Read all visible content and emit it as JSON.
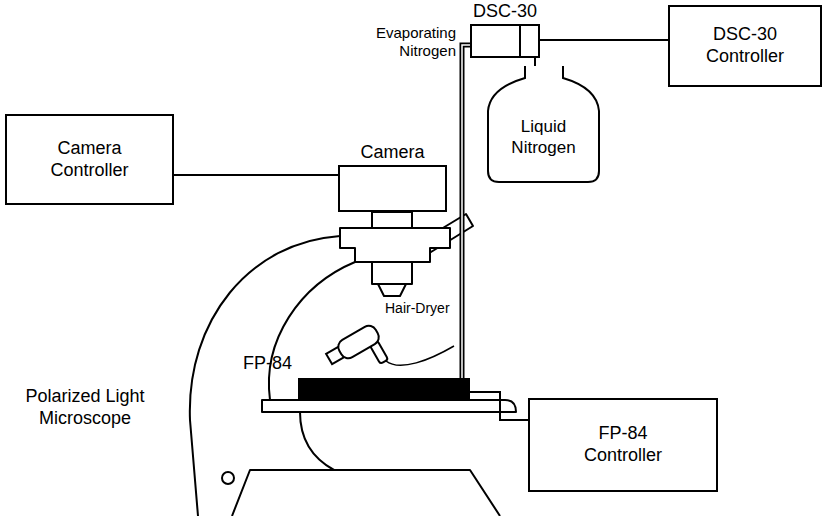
{
  "diagram": {
    "nodes": [
      {
        "text": [
          "DSC-30"
        ]
      },
      {
        "text": [
          "DSC-30 Controller"
        ]
      },
      {
        "text": [
          "Camera Controller"
        ]
      },
      {
        "text": [
          "Camera"
        ]
      },
      {
        "text": [
          "Liquid Nitrogen"
        ]
      },
      {
        "text": [
          "FP-84"
        ]
      },
      {
        "text": [
          "FP-84 Controller"
        ]
      }
    ],
    "edges": [
      {
        "from": 2,
        "to": 3,
        "arrow": "none"
      },
      {
        "from": 0,
        "to": 1,
        "arrow": "none"
      },
      {
        "from": 0,
        "to": 4,
        "arrow": "none"
      },
      {
        "from": 0,
        "to": 5,
        "arrow": "none"
      },
      {
        "from": 5,
        "to": 6,
        "arrow": "none"
      }
    ],
    "labels": [
      "Evaporating Nitrogen",
      "Hair-Dryer",
      "Polarized Light Microscope"
    ]
  }
}
